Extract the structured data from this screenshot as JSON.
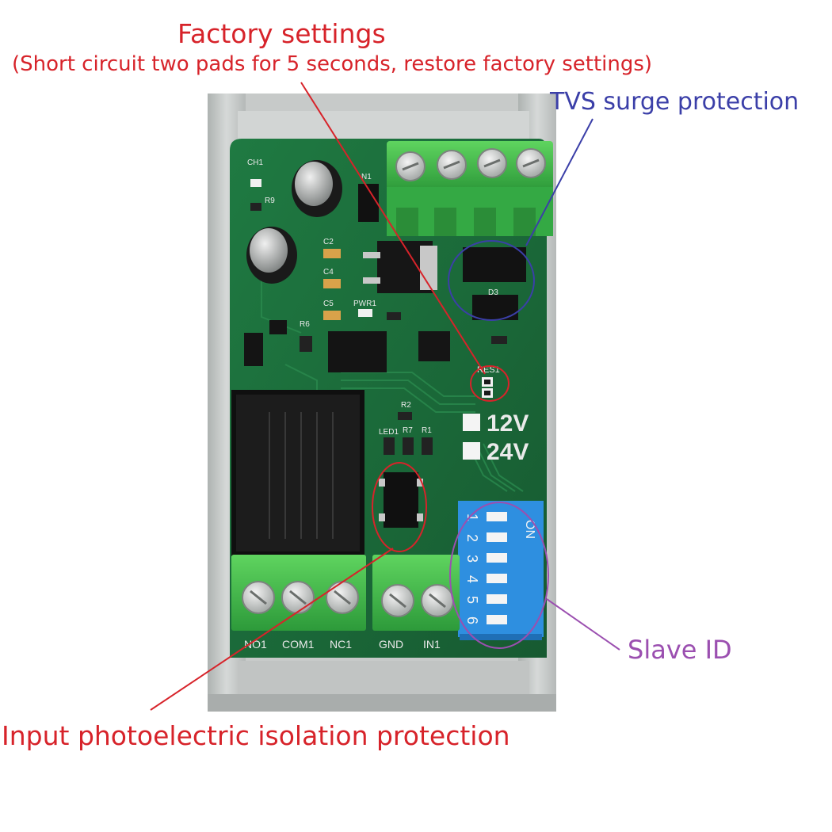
{
  "annotations": {
    "factory_title": "Factory settings",
    "factory_subtitle": "(Short circuit two pads for 5 seconds, restore factory settings)",
    "tvs": "TVS surge protection",
    "slave_id": "Slave ID",
    "input_isolation": "Input photoelectric isolation protection"
  },
  "board": {
    "voltage_12": "12V",
    "voltage_24": "24V",
    "dip_on": "ON",
    "dip_numbers": [
      "1",
      "2",
      "3",
      "4",
      "5",
      "6"
    ],
    "terminal_no1": "NO1",
    "terminal_com1": "COM1",
    "terminal_nc1": "NC1",
    "terminal_gnd": "GND",
    "terminal_in1": "IN1",
    "label_res1": "RES1",
    "label_pwr1": "PWR1",
    "label_led1": "LED1",
    "label_n1": "N1",
    "label_d3": "D3",
    "label_c2": "C2",
    "label_c4": "C4",
    "label_c5": "C5",
    "label_r2": "R2",
    "label_r7": "R7",
    "label_r1": "R1",
    "label_r6": "R6",
    "label_ch1": "CH1",
    "label_r9": "R9"
  },
  "colors": {
    "annotation_red": "#d7232a",
    "annotation_blue": "#3b3fa8",
    "annotation_purple": "#9b4fb0",
    "pcb_green": "#1d6b3b",
    "terminal_green": "#3fb84a",
    "dip_blue": "#2e8fe0",
    "enclosure_grey": "#c9cccb"
  }
}
